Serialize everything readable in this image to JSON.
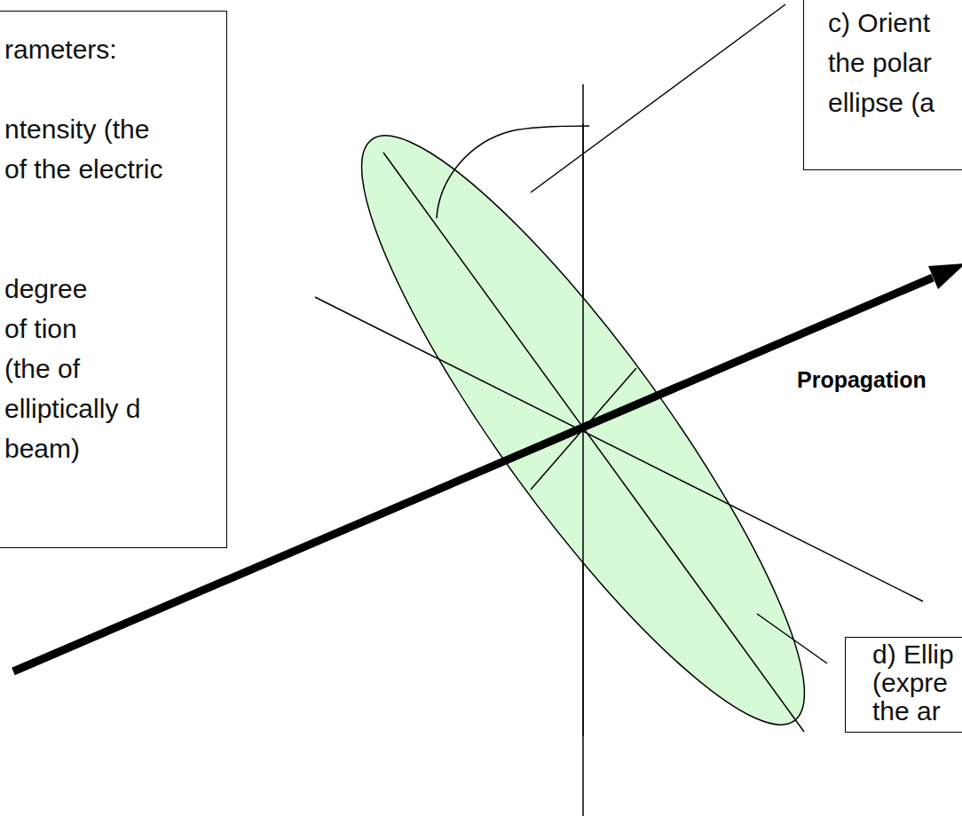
{
  "diagram": {
    "nodes": [
      {
        "text": [
          "rameters:",
          "ntensity (the of the electric",
          "degree of tion (the of elliptically d beam)"
        ]
      },
      {
        "text": [
          "c) Orient the polar ellipse (a"
        ]
      },
      {
        "text": [
          "d) Ellip (expre the ar"
        ]
      }
    ],
    "labels": [
      "Propagation"
    ]
  }
}
